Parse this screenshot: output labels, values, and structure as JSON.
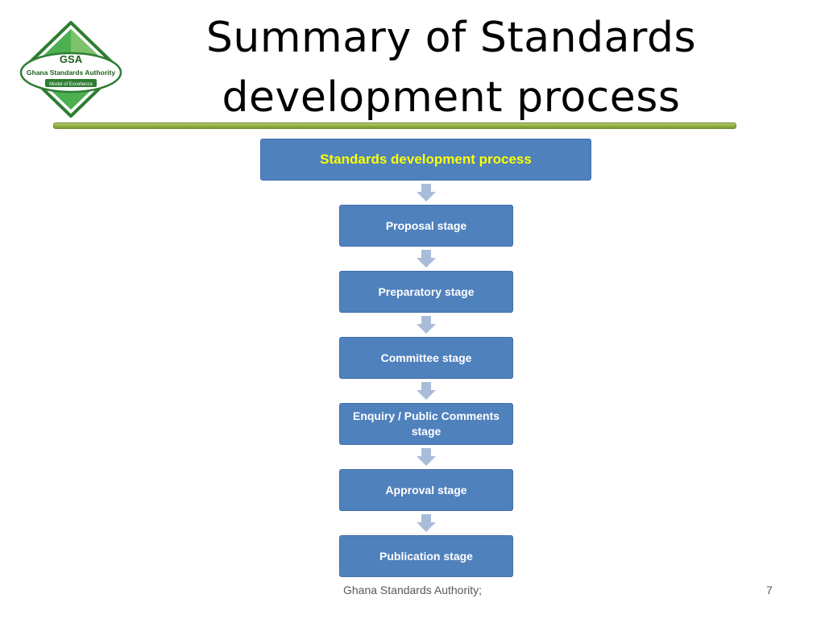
{
  "header": {
    "title_line1": "Summary of Standards",
    "title_line2": "development process"
  },
  "logo": {
    "acronym": "GSA",
    "name": "Ghana Standards Authority",
    "motto": "Model of Excellence"
  },
  "flow": {
    "heading": "Standards development process",
    "stages": [
      "Proposal stage",
      "Preparatory stage",
      "Committee stage",
      "Enquiry / Public Comments stage",
      "Approval stage",
      "Publication stage"
    ]
  },
  "footer": {
    "text": "Ghana Standards Authority;",
    "page_number": "7"
  },
  "colors": {
    "box_fill": "#4f81bd",
    "heading_text": "#ffff00",
    "arrow_fill": "#a9bcd9",
    "divider": "#8fb040",
    "logo_green": "#3f9a3a"
  }
}
